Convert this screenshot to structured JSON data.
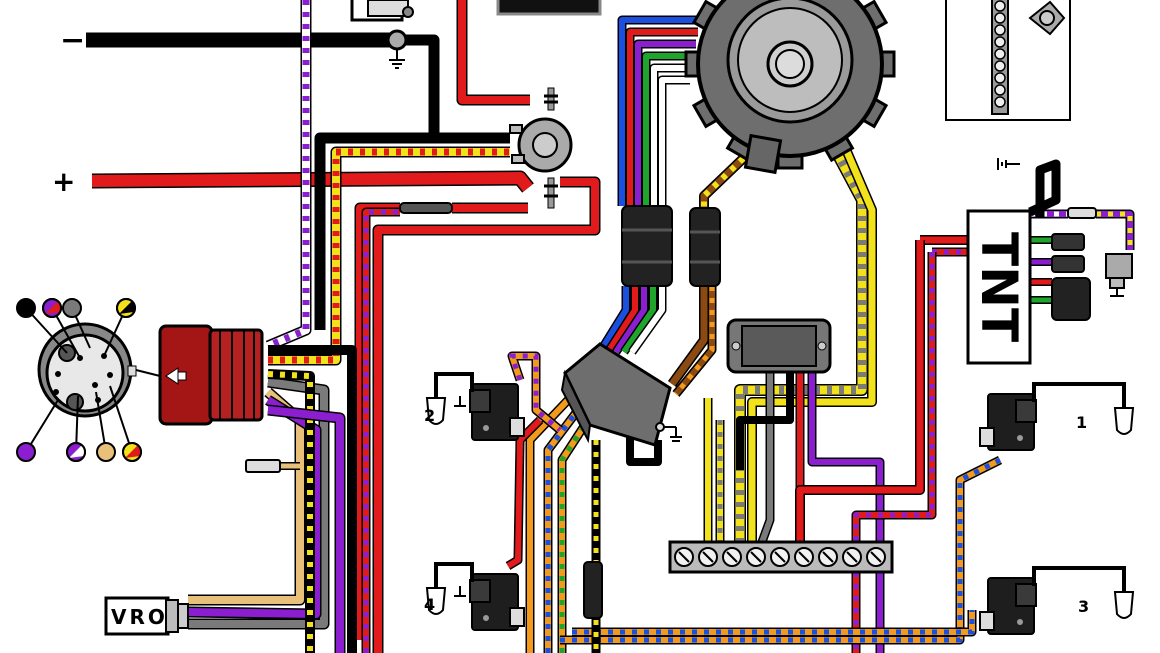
{
  "labels": {
    "minus": "−",
    "plus": "+",
    "module": "TNT",
    "vro": "VRO",
    "coil1": "1",
    "coil2": "2",
    "coil3": "3",
    "coil4": "4"
  },
  "colors": {
    "black": "#000000",
    "red": "#e11b1b",
    "yellow": "#f2e21b",
    "purple": "#8b1fd0",
    "orange": "#f29a1b",
    "blue": "#1b4fe0",
    "green": "#1fa52b",
    "brown": "#8a4a12",
    "gray": "#7a7a7a",
    "tan": "#e8c07a",
    "white": "#ffffff",
    "coil_red": "#b01212",
    "component_gray": "#7d7d7d",
    "coil_black": "#1e1e1e"
  },
  "key_switch_dots": [
    {
      "colors": [
        "#000000"
      ]
    },
    {
      "colors": [
        "#8b1fd0",
        "#e11b1b"
      ]
    },
    {
      "colors": [
        "#7a7a7a"
      ]
    },
    {
      "colors": [
        "#f2e21b",
        "#000000"
      ]
    },
    {
      "colors": [
        "#8b1fd0"
      ]
    },
    {
      "colors": [
        "#8b1fd0",
        "#ffffff"
      ]
    },
    {
      "colors": [
        "#e8c07a"
      ]
    },
    {
      "colors": [
        "#f2e21b",
        "#e11b1b"
      ]
    }
  ]
}
